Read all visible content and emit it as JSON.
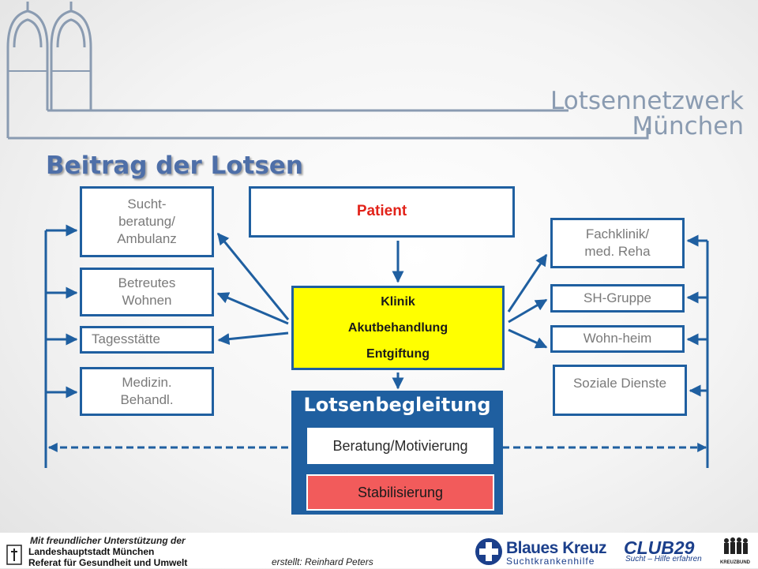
{
  "header": {
    "title_line1": "Lotsennetzwerk",
    "title_line2": "München"
  },
  "slide": {
    "title": "Beitrag der Lotsen"
  },
  "diagram": {
    "left_boxes": [
      {
        "label": "Sucht-\nberatung/\nAmbulanz"
      },
      {
        "label": "Betreutes\nWohnen"
      },
      {
        "label": "Tagesstätte"
      },
      {
        "label": "Medizin.\nBehandl."
      }
    ],
    "center": {
      "patient": "Patient",
      "klinik_lines": [
        "Klinik",
        "Akutbehandlung",
        "Entgiftung"
      ],
      "lotsen_title": "Lotsenbegleitung",
      "beratung": "Beratung/Motivierung",
      "stabilisierung": "Stabilisierung"
    },
    "right_boxes": [
      {
        "label": "Fachklinik/\nmed. Reha"
      },
      {
        "label": "SH-Gruppe"
      },
      {
        "label": "Wohn-heim"
      },
      {
        "label": "Soziale Dienste"
      }
    ],
    "colors": {
      "arrow": "#1f5fa0",
      "patient_text": "#e2231a",
      "klinik_fill": "#ffff00",
      "lotsen_fill": "#1f5fa0",
      "stabil_fill": "#f25b5b",
      "dashed_glow": "#f5c518"
    }
  },
  "footer": {
    "support": "Mit freundlicher Unterstützung der",
    "org_line1": "Landeshauptstadt München",
    "org_line2": "Referat für Gesundheit und Umwelt",
    "credit": "erstellt: Reinhard Peters",
    "logos": {
      "blaues_kreuz": "Blaues Kreuz",
      "blaues_kreuz_sub": "Suchtkrankenhilfe",
      "club": "CLUB29",
      "club_sub": "Sucht – Hilfe erfahren",
      "kreuzbund": "KREUZBUND"
    }
  }
}
